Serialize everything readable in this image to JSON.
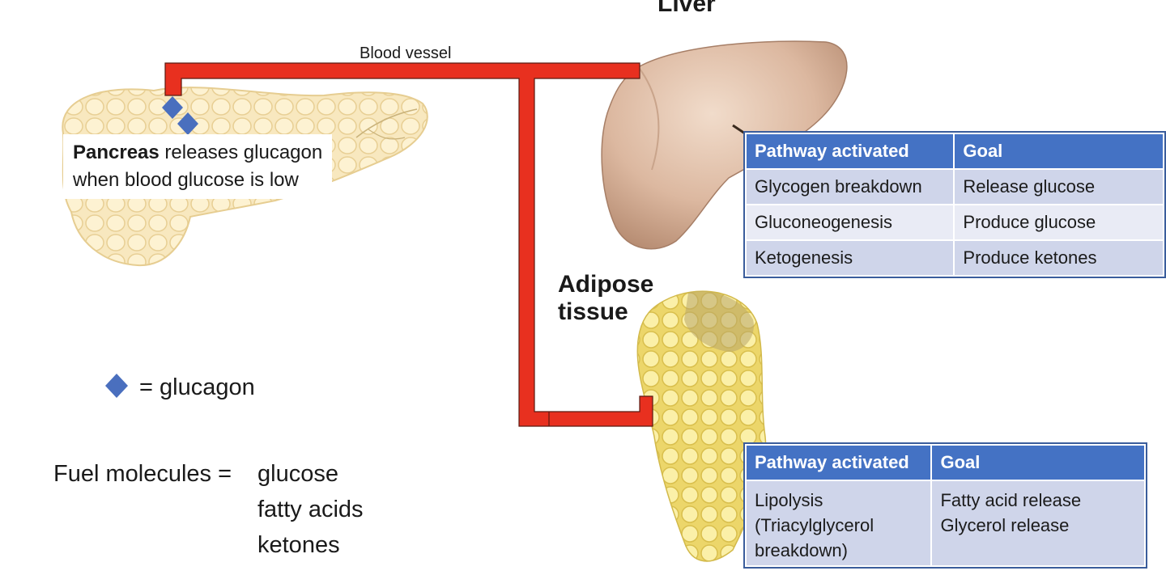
{
  "liver": {
    "title": "Liver"
  },
  "vessel": {
    "label": "Blood vessel"
  },
  "pancreas": {
    "name": "Pancreas",
    "text_line1_rest": " releases glucagon",
    "text_line2": "when blood glucose is low"
  },
  "adipose": {
    "title_line1": "Adipose",
    "title_line2": "tissue"
  },
  "legend": {
    "text": "= glucagon"
  },
  "fuel": {
    "label": "Fuel molecules = ",
    "items": [
      "glucose",
      "fatty acids",
      "ketones"
    ]
  },
  "liver_table": {
    "headers": [
      "Pathway activated",
      "Goal"
    ],
    "rows": [
      [
        "Glycogen breakdown",
        "Release glucose"
      ],
      [
        "Gluconeogenesis",
        "Produce glucose"
      ],
      [
        "Ketogenesis",
        "Produce ketones"
      ]
    ]
  },
  "adipose_table": {
    "headers": [
      "Pathway activated",
      "Goal"
    ],
    "row": {
      "pathway_lines": [
        "Lipolysis",
        "(Triacylglycerol",
        "breakdown)"
      ],
      "goal_lines": [
        "Fatty acid release",
        "Glycerol release"
      ]
    }
  },
  "colors": {
    "vessel": "#e8301f",
    "glucagon": "#4a6fbe",
    "table_header": "#4472c4",
    "row_dark": "#cfd5ea",
    "row_light": "#e9ebf5"
  }
}
